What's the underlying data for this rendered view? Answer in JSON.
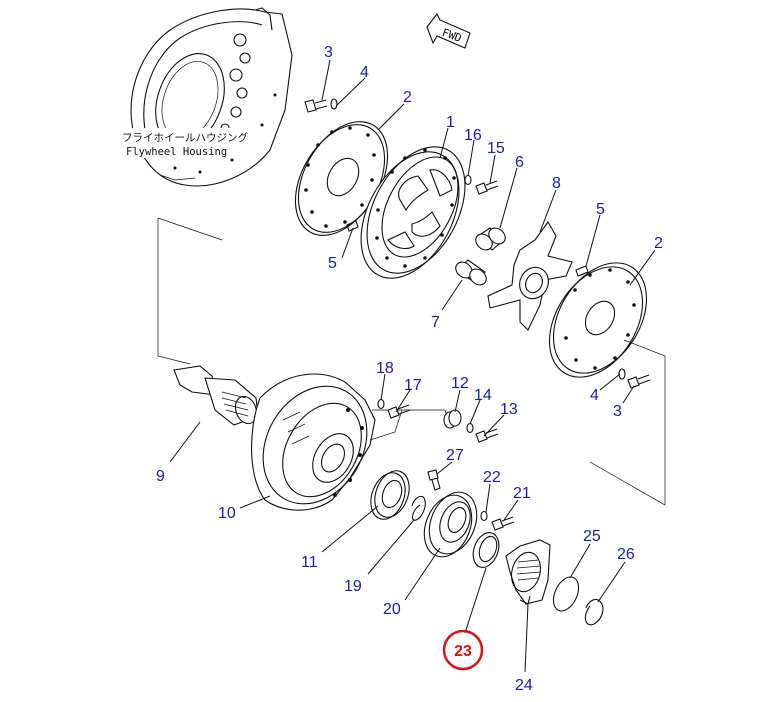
{
  "housing": {
    "label_jp": "フライホイールハウジング",
    "label_en": "Flywheel Housing"
  },
  "fwd": {
    "label": "FWD"
  },
  "highlight": {
    "label": "23",
    "color": "#e01010"
  },
  "callout_color": "#1a1ab8",
  "callouts": {
    "c1": "1",
    "c2a": "2",
    "c2b": "2",
    "c3a": "3",
    "c3b": "3",
    "c4a": "4",
    "c4b": "4",
    "c5a": "5",
    "c5b": "5",
    "c6": "6",
    "c7": "7",
    "c8": "8",
    "c9": "9",
    "c10": "10",
    "c11": "11",
    "c12": "12",
    "c13": "13",
    "c14": "14",
    "c15": "15",
    "c16": "16",
    "c17": "17",
    "c18": "18",
    "c19": "19",
    "c20": "20",
    "c21": "21",
    "c22": "22",
    "c24": "24",
    "c25": "25",
    "c26": "26",
    "c27": "27"
  }
}
